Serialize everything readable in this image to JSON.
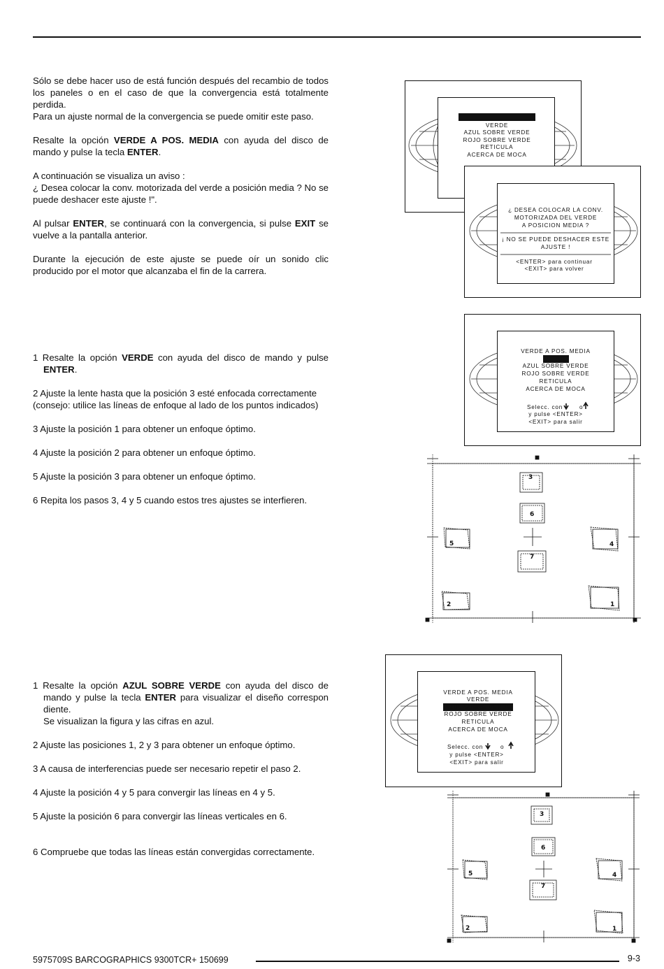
{
  "section1": {
    "p1": "Sólo se debe hacer uso de está función después del recambio de todos los paneles o en el caso de que la convergencia está totalmente perdida.",
    "p1b": "Para un ajuste normal de la convergencia se puede omitir este paso.",
    "p2_a": "Resalte la opción ",
    "p2_b": "VERDE A POS. MEDIA",
    "p2_c": " con ayuda del disco de mando y pulse la tecla ",
    "p2_d": "ENTER",
    "p2_e": ".",
    "p3": "A continuación se visualiza un aviso :",
    "p3b": "¿ Desea colocar la conv. motorizada del verde a posición media ?  No se puede deshacer este ajuste !\".",
    "p4_a": "Al pulsar ",
    "p4_b": "ENTER",
    "p4_c": ", se continuará con la convergencia, si pulse ",
    "p4_d": "EXIT",
    "p4_e": " se vuelve a la pantalla anterior.",
    "p5": "Durante la ejecución de este ajuste se puede oír un sonido clic producido por el motor que alcanzaba el fin de la carrera."
  },
  "section2": {
    "s1_a": "1  Resalte la opción ",
    "s1_b": "VERDE",
    "s1_c": " con ayuda del disco de mando y pulse ",
    "s1_d": "ENTER",
    "s1_e": ".",
    "s2": "2  Ajuste la lente hasta que la posición 3 esté enfocada correctamente (consejo: utilice las líneas de enfoque al lado de los puntos indicados)",
    "s3": "3  Ajuste la posición 1 para obtener un enfoque óptimo.",
    "s4": "4  Ajuste la posición 2 para obtener un enfoque óptimo.",
    "s5": "5  Ajuste la posición 3 para obtener un enfoque óptimo.",
    "s6": "6  Repita los pasos 3, 4 y 5 cuando estos tres ajustes se interfieren."
  },
  "section3": {
    "s1_a": "1  Resalte la opción ",
    "s1_b": "AZUL SOBRE VERDE",
    "s1_c": " con ayuda del disco de mando y pulse la tecla ",
    "s1_d": "ENTER",
    "s1_e": " para visualizar el diseño correspon diente.",
    "s1_f": "Se visualizan la figura y las cifras en azul.",
    "s2": "2  Ajuste las posiciones 1, 2 y 3 para obtener un enfoque óptimo.",
    "s3": "3  A causa de interferencias puede ser necesario repetir el paso 2.",
    "s4": "4  Ajuste la posición 4 y 5 para convergir las líneas en 4 y 5.",
    "s5": "5  Ajuste la posición 6 para convergir las líneas verticales en 6.",
    "s6": "6  Compruebe que todas las líneas están convergidas correctamente."
  },
  "menu1": {
    "items": [
      "VERDE",
      "AZUL  SOBRE  VERDE",
      "ROJO  SOBRE  VERDE",
      "RETICULA",
      "ACERCA  DE  MOCA"
    ]
  },
  "dialog": {
    "line1": "¿  DESEA  COLOCAR  LA  CONV.",
    "line2": "MOTORIZADA  DEL  VERDE",
    "line3": "A  POSICION  MEDIA  ?",
    "line4": "¡  NO  SE  PUEDE  DESHACER  ESTE",
    "line5": "AJUSTE  !",
    "line6": "<ENTER>  para  continuar",
    "line7": "<EXIT>  para  volver"
  },
  "menu2": {
    "items": [
      "VERDE  A   POS.  MEDIA",
      "VERDE",
      "AZUL  SOBRE  VERDE",
      "ROJO  SOBRE  VERDE",
      "RETICULA",
      "ACERCA  DE  MOCA"
    ],
    "hint1_a": "Selecc.  con",
    "hint1_b": "o",
    "hint2": "y   pulse   <ENTER>",
    "hint3": "<EXIT>  para  salir"
  },
  "menu3": {
    "items": [
      "VERDE  A  POS.  MEDIA",
      "VERDE",
      "AZUL  SOBRE  VERDE",
      "ROJO  SOBRE  VERDE",
      "RETICULA",
      "ACERCA  DE  MOCA"
    ],
    "hint1_a": "Selecc.  con",
    "hint1_b": "o",
    "hint2": "y   pulse   <ENTER>",
    "hint3": "<EXIT>  para  salir"
  },
  "pattern_labels": [
    "3",
    "6",
    "5",
    "7",
    "4",
    "2",
    "1"
  ],
  "footer": {
    "left": "5975709S BARCOGRAPHICS 9300TCR+ 150699",
    "page": "9-3"
  }
}
